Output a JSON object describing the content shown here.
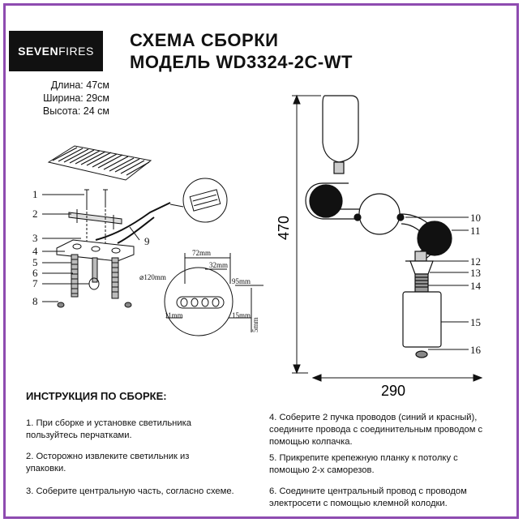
{
  "brand": {
    "part1": "SEVEN",
    "part2": "FIRES"
  },
  "title": {
    "line1": "СХЕМА СБОРКИ",
    "line2": "МОДЕЛЬ WD3324-2C-WT"
  },
  "dimensions": {
    "length": "Длина: 47см",
    "width": "Ширина: 29см",
    "height": "Высота: 24 см"
  },
  "diagram_left": {
    "part_numbers": [
      "1",
      "2",
      "3",
      "4",
      "5",
      "6",
      "7",
      "8",
      "9"
    ],
    "measurements": {
      "d120": "⌀120mm",
      "m72": "72mm",
      "m32": "32mm",
      "m95": "95mm",
      "m11": "11mm",
      "m15": "15mm",
      "m5": "5mm"
    }
  },
  "diagram_right": {
    "part_numbers": [
      "10",
      "11",
      "12",
      "13",
      "14",
      "15",
      "16"
    ],
    "height_dim": "470",
    "width_dim": "290"
  },
  "instructions": {
    "heading": "ИНСТРУКЦИЯ ПО СБОРКЕ:",
    "steps": [
      "1. При сборке и установке светильника пользуйтесь перчатками.",
      "2. Осторожно извлеките светильник из упаковки.",
      "3. Соберите центральную часть, согласно схеме.",
      "4. Соберите 2 пучка проводов (синий и красный), соедините провода с соединительным проводом с помощью колпачка.",
      "5. Прикрепите крепежную планку к потолку с помощью 2-х саморезов.",
      "6. Соедините центральный провод с проводом электросети с помощью клемной колодки."
    ]
  }
}
